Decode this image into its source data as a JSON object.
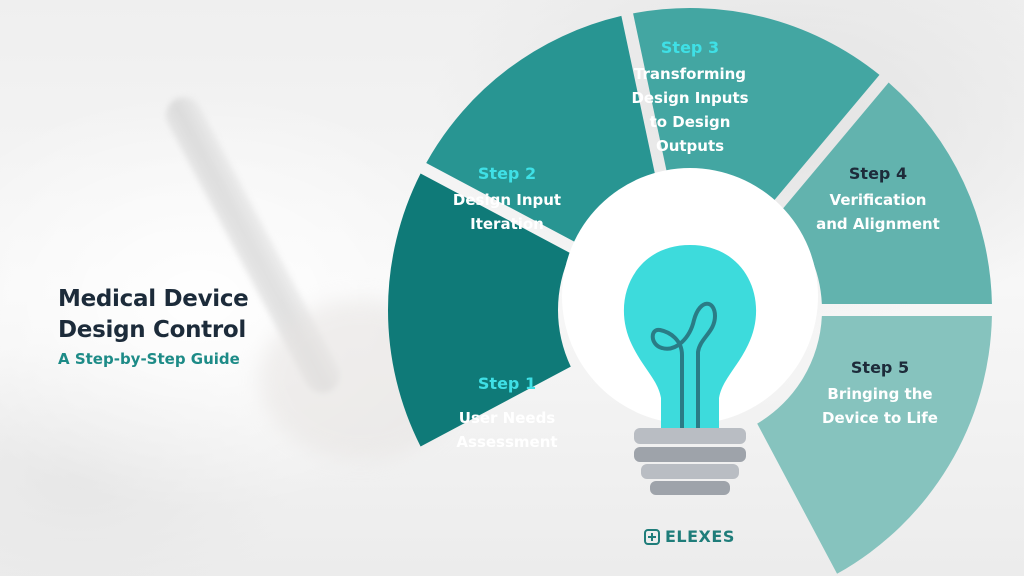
{
  "title": {
    "line1": "Medical Device",
    "line2": "Design Control",
    "subtitle": "A Step-by-Step Guide"
  },
  "steps": [
    {
      "number": "Step 1",
      "label_lines": [
        "User Needs",
        "Assessment"
      ],
      "color": "#0f7a78",
      "number_color": "#3fe0e6"
    },
    {
      "number": "Step 2",
      "label_lines": [
        "Design Input",
        "Iteration"
      ],
      "color": "#289592",
      "number_color": "#3fe0e6"
    },
    {
      "number": "Step 3",
      "label_lines": [
        "Transforming",
        "Design Inputs",
        "to Design",
        "Outputs"
      ],
      "color": "#43a6a2",
      "number_color": "#3fe0e6"
    },
    {
      "number": "Step 4",
      "label_lines": [
        "Verification",
        "and Alignment"
      ],
      "color": "#62b3ae",
      "number_color": "#1d2b3a"
    },
    {
      "number": "Step 5",
      "label_lines": [
        "Bringing the",
        "Device to Life"
      ],
      "color": "#86c3be",
      "number_color": "#1d2b3a"
    }
  ],
  "logo": {
    "text": "ELEXES",
    "icon": "medical-cross-icon"
  },
  "bulb": {
    "glass_color": "#3ddbdc",
    "filament_color": "#2a7c86",
    "base_color": "#b9bdc3",
    "icon": "light-bulb-icon"
  }
}
